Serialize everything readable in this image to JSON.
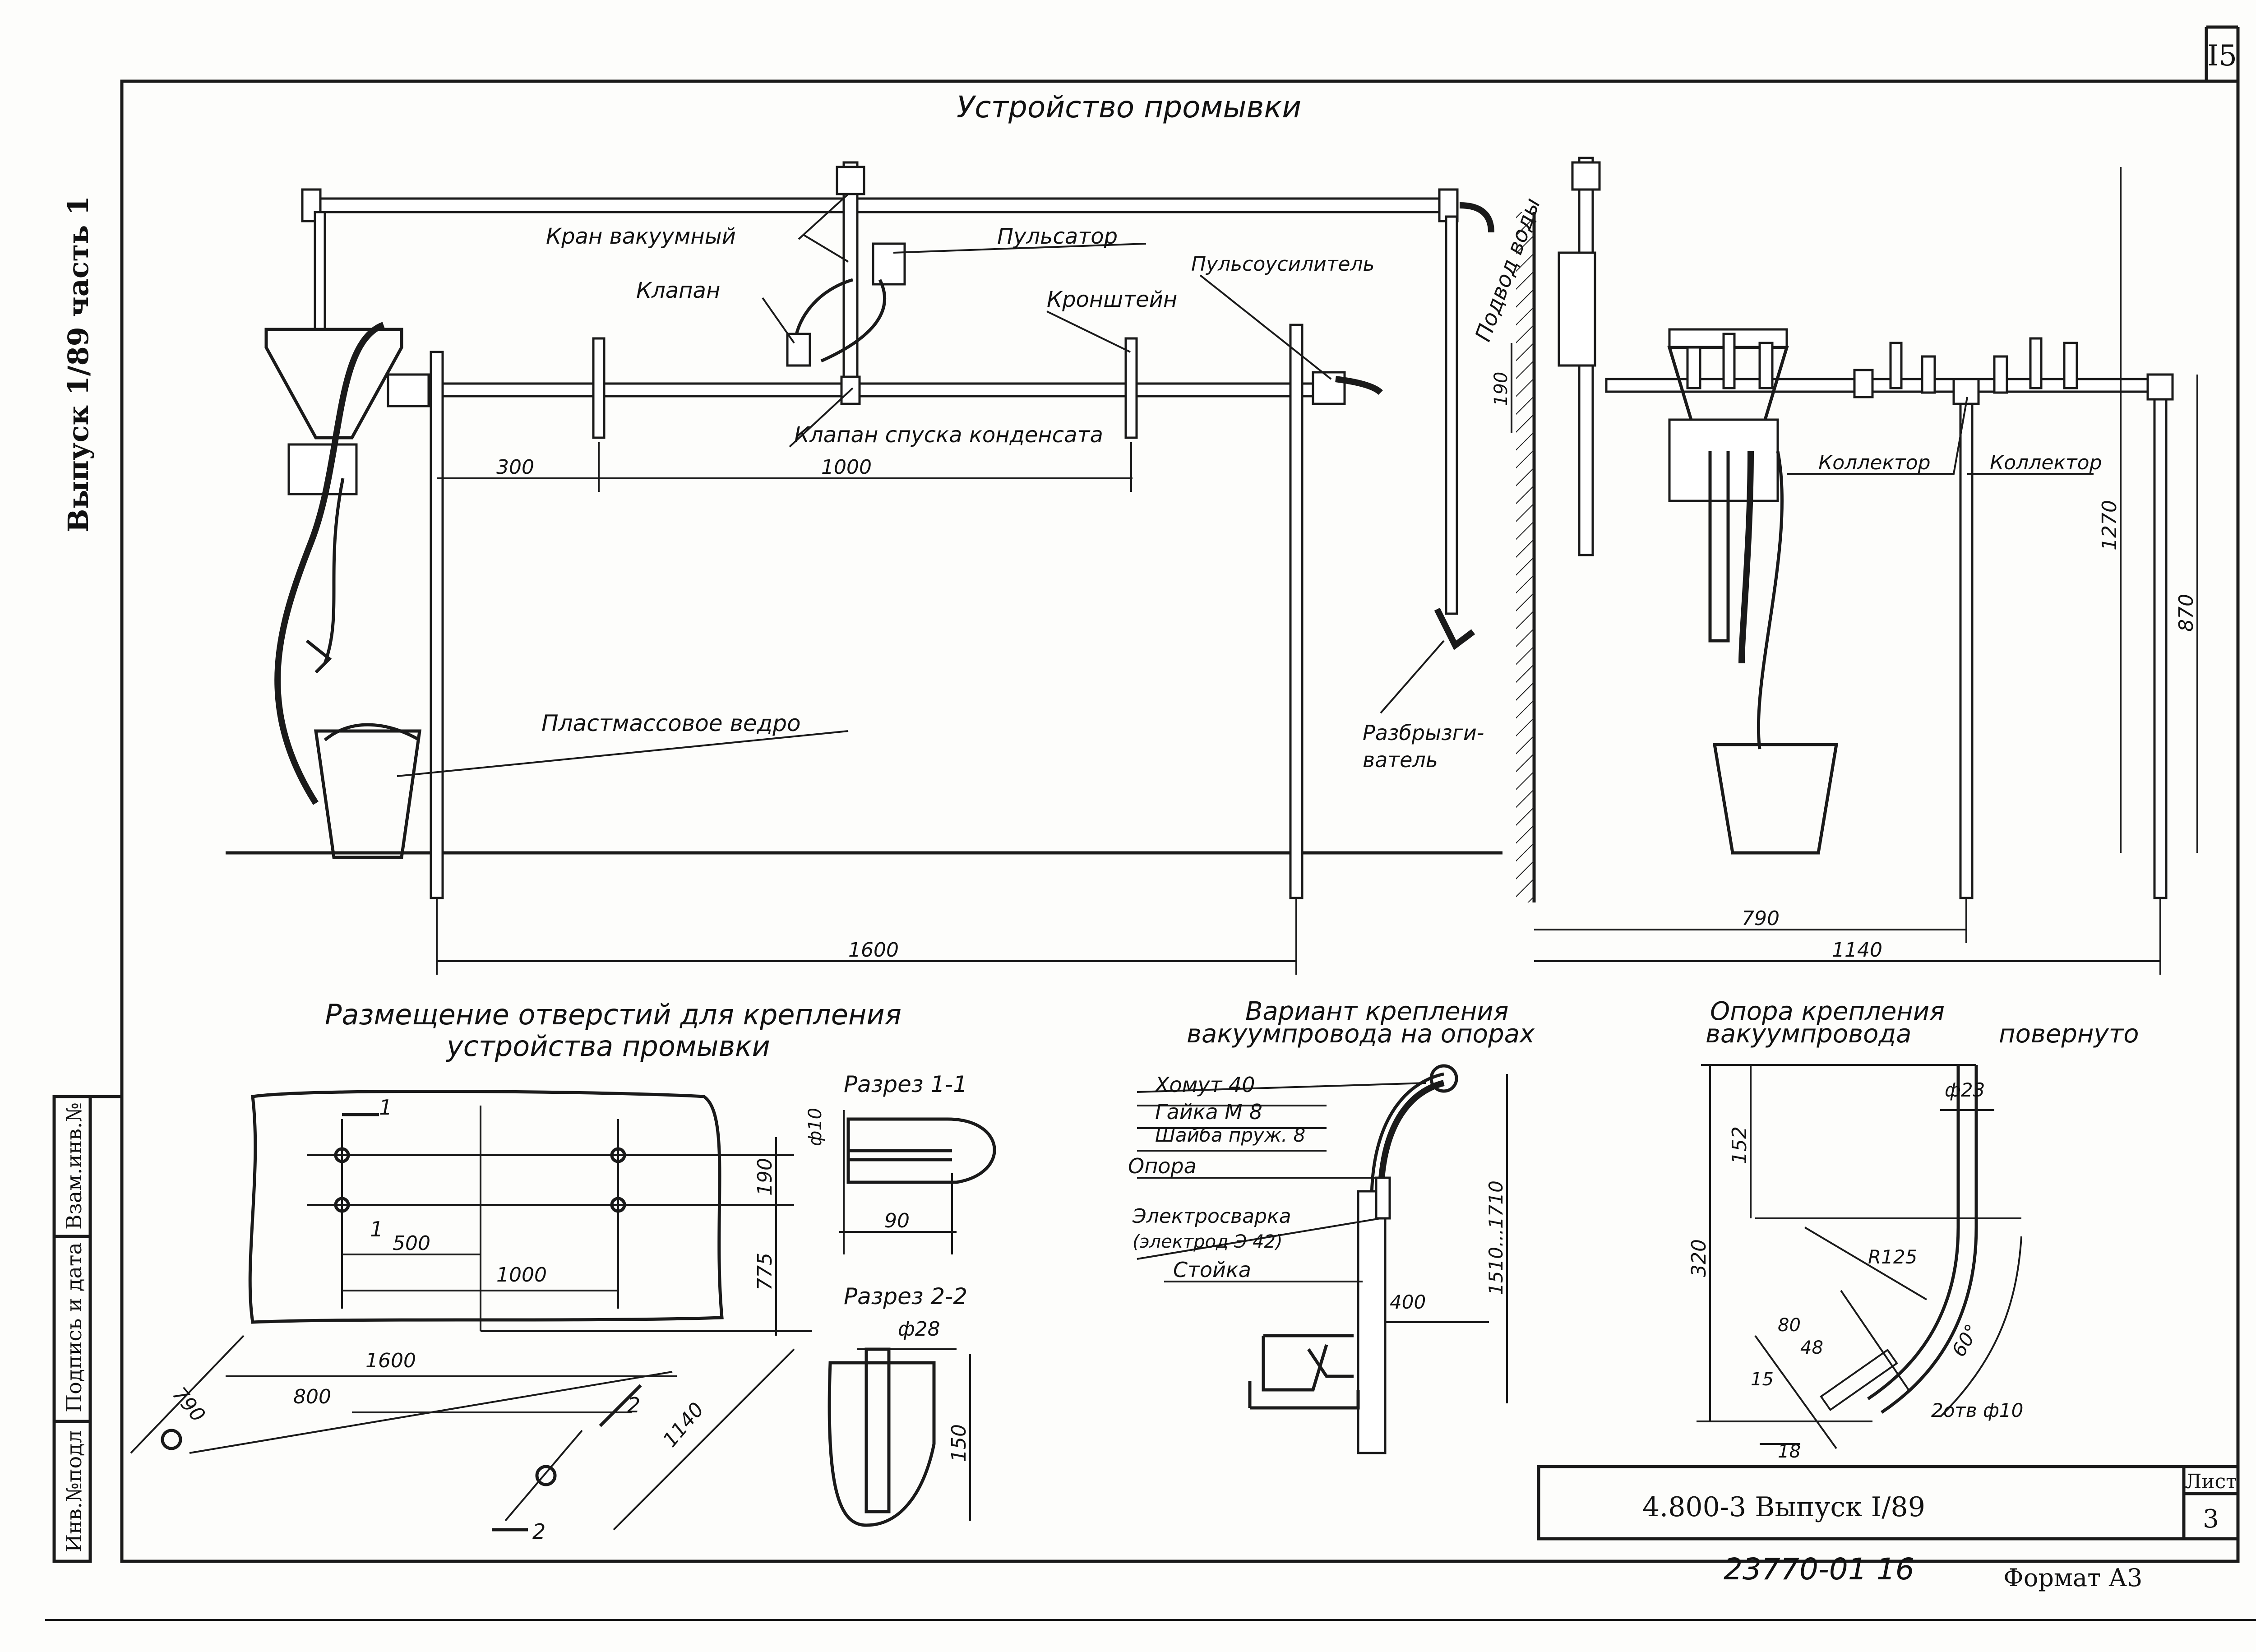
{
  "sheet": {
    "page_number": "I5",
    "side_label": "Выпуск 1/89 часть 1",
    "stamp_columns": [
      "Инв.№подл",
      "Подпись и дата",
      "Взам.инв.№"
    ],
    "doc_code": "4.800-3 Выпуск I/89",
    "sheet_label": "Лист",
    "sheet_number": "3",
    "order_number": "23770-01 16",
    "format": "Формат А3"
  },
  "main_view": {
    "title": "Устройство промывки",
    "labels": {
      "vacuum_valve": "Кран вакуумный",
      "pulsator": "Пульсатор",
      "valve": "Клапан",
      "bracket": "Кронштейн",
      "pulse_amplifier": "Пульсоусилитель",
      "condensate_valve": "Клапан спуска конденсата",
      "bucket": "Пластмассовое ведро",
      "water_supply": "Подвод воды",
      "sprinkler_1": "Разбрызги-",
      "sprinkler_2": "ватель",
      "collector_1": "Коллектор",
      "collector_2": "Коллектор"
    },
    "dimensions": {
      "d300": "300",
      "d1000": "1000",
      "d1600": "1600",
      "d190": "190",
      "d790": "790",
      "d1140": "1140",
      "d1270": "1270",
      "d870": "870"
    }
  },
  "holes_view": {
    "title_1": "Размещение отверстий для крепления",
    "title_2": "устройства промывки",
    "marks": {
      "m1": "1",
      "m2": "2"
    },
    "dimensions": {
      "d500": "500",
      "d1000": "1000",
      "d190": "190",
      "d775": "775",
      "d1600": "1600",
      "d800": "800",
      "d790": "790",
      "d1140": "1140"
    }
  },
  "sections": {
    "s11_title": "Разрез 1-1",
    "s11_dia": "ф10",
    "s11_width": "90",
    "s22_title": "Разрез 2-2",
    "s22_dia": "ф28",
    "s22_depth": "150"
  },
  "mount_variant": {
    "title_1": "Вариант крепления",
    "title_2": "вакуумпровода на опорах",
    "labels": {
      "clamp": "Хомут 40",
      "nut": "Гайка М 8",
      "washer": "Шайба пруж. 8",
      "support": "Опора",
      "welding_1": "Электросварка",
      "welding_2": "(электрод Э 42)",
      "post": "Стойка"
    },
    "dimensions": {
      "height": "1510...1710",
      "d400": "400"
    }
  },
  "support_view": {
    "title_1": "Опора крепления",
    "title_2": "вакуумпровода",
    "rotated": "повернуто",
    "dimensions": {
      "dia23": "ф23",
      "d152": "152",
      "d320": "320",
      "r125": "R125",
      "angle": "60°",
      "d80": "80",
      "d48": "48",
      "d15": "15",
      "d18": "18",
      "holes": "2отв ф10"
    }
  }
}
